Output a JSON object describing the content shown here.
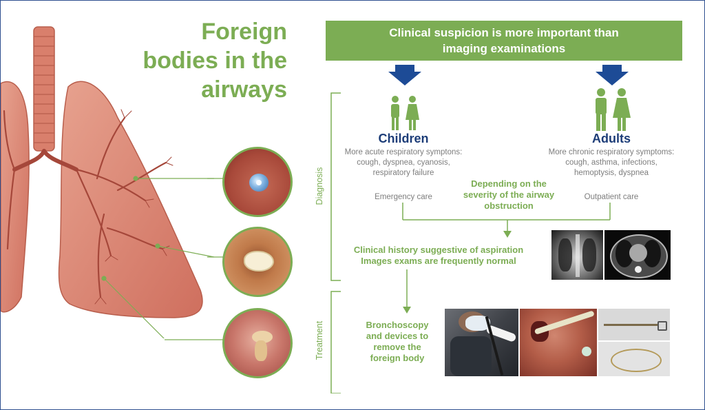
{
  "title": {
    "line1": "Foreign",
    "line2": "bodies in the",
    "line3": "airways"
  },
  "banner": {
    "line1": "Clinical suspicion is more important than",
    "line2": "imaging examinations"
  },
  "children": {
    "title": "Children",
    "symptoms": [
      "More acute respiratory symptons:",
      "cough, dyspnea, cyanosis,",
      "respiratory failure"
    ],
    "care": "Emergency care"
  },
  "adults": {
    "title": "Adults",
    "symptoms": [
      "More chronic respiratory symptoms:",
      "cough, asthma, infections,",
      "hemoptysis, dyspnea"
    ],
    "care": "Outpatient care"
  },
  "severity": [
    "Depending on the",
    "severity of the airway",
    "obstruction"
  ],
  "history": [
    "Clinical history suggestive of aspiration",
    "Images exams are frequently normal"
  ],
  "bronchoscopy": [
    "Bronchoscopy",
    "and devices to",
    "remove the",
    "foreign body"
  ],
  "sections": {
    "diagnosis": "Diagnosis",
    "treatment": "Treatment"
  },
  "icons": [
    "lungs-illustration-icon",
    "down-arrow-icon",
    "child-icon",
    "adult-icon"
  ],
  "colors": {
    "accent": "#7cad54",
    "navy": "#1d3d78",
    "lung": "#d98070",
    "text_gray": "#7d7d7d"
  }
}
